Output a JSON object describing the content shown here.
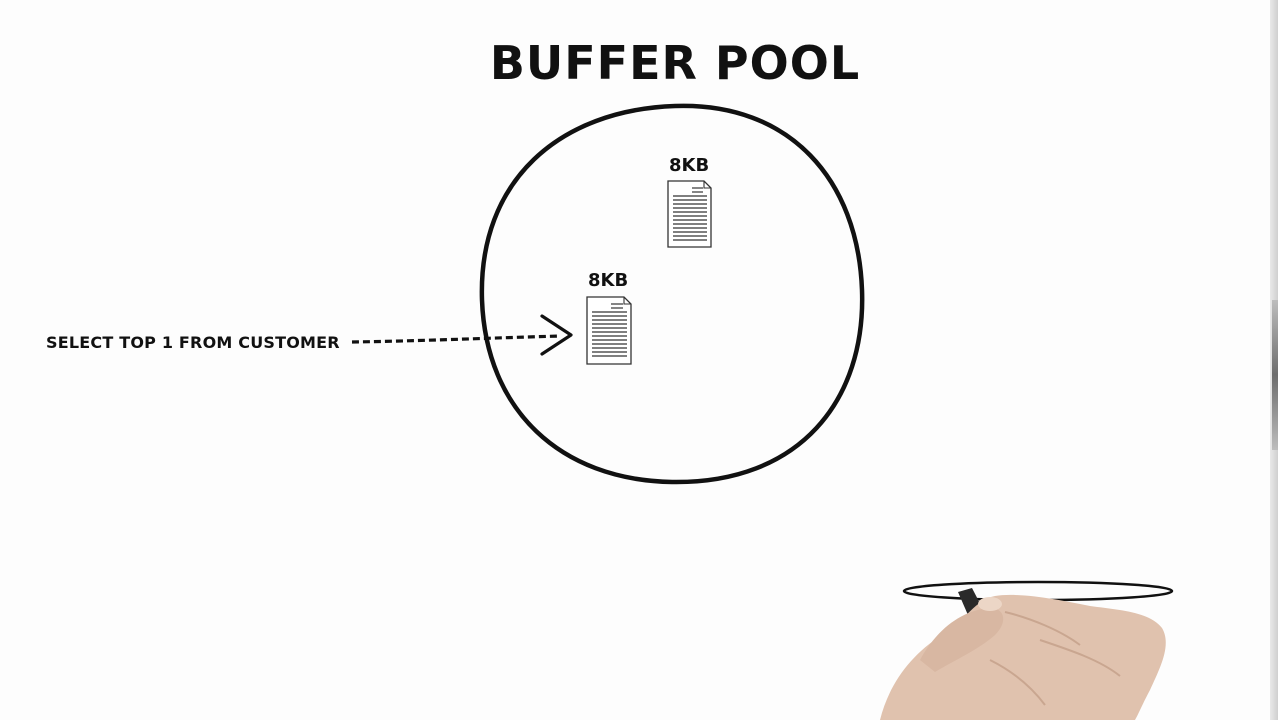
{
  "title": "BUFFER POOL",
  "pages": [
    {
      "size_label": "8KB"
    },
    {
      "size_label": "8KB"
    }
  ],
  "query_text": "SELECT TOP 1 FROM CUSTOMER",
  "icons": {
    "document": "document-page-icon",
    "arrow": "dashed-arrow-icon",
    "hand": "hand-holding-marker-icon"
  },
  "colors": {
    "ink": "#111111",
    "skin": "#e2c4b0",
    "background": "#fdfdfd"
  }
}
